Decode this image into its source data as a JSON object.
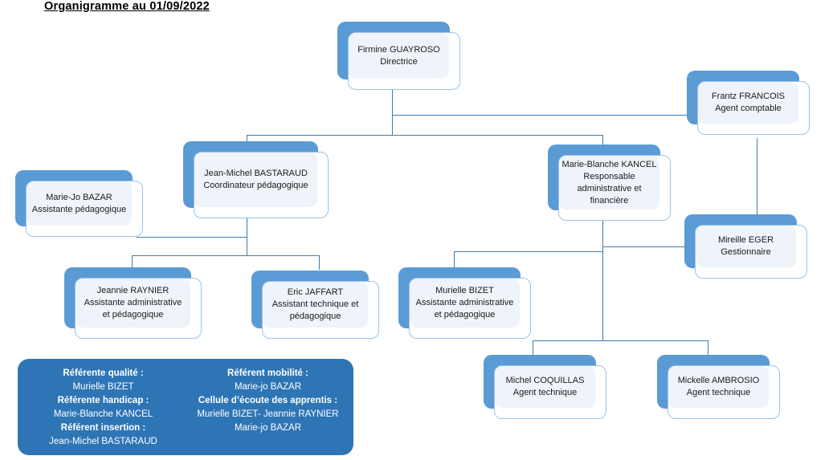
{
  "title": "Organigramme au 01/09/2022",
  "colors": {
    "shadow_blue": "#5b9bd5",
    "card_fill": "#eff3fa",
    "card_border": "#9cc3e5",
    "line": "#3f7cb0",
    "legend_bg": "#2e75b6",
    "legend_text": "#ffffff",
    "text": "#1b1b1b"
  },
  "nodes": {
    "directrice": {
      "name": "Firmine GUAYROSO",
      "role": "Directrice"
    },
    "agent_comptable": {
      "name": "Frantz FRANCOIS",
      "role": "Agent comptable"
    },
    "coordinateur": {
      "name": "Jean-Michel BASTARAUD",
      "role": "Coordinateur pédagogique"
    },
    "assistante_pedagogique": {
      "name": "Marie-Jo BAZAR",
      "role": "Assistante pédagogique"
    },
    "responsable_af": {
      "name": "Marie-Blanche KANCEL",
      "role": "Responsable administrative et financière"
    },
    "gestionnaire": {
      "name": "Mireille EGER",
      "role": "Gestionnaire"
    },
    "raynier": {
      "name": "Jeannie RAYNIER",
      "role": "Assistante administrative et pédagogique"
    },
    "jaffart": {
      "name": "Eric JAFFART",
      "role": "Assistant technique et pédagogique"
    },
    "bizet": {
      "name": "Murielle BIZET",
      "role": "Assistante administrative et pédagogique"
    },
    "coquillas": {
      "name": "Michel COQUILLAS",
      "role": "Agent technique"
    },
    "ambrosio": {
      "name": "Mickelle AMBROSIO",
      "role": "Agent technique"
    }
  },
  "legend": {
    "left_column": [
      {
        "text": "Référente qualité :",
        "bold": true
      },
      {
        "text": "Murielle BIZET",
        "bold": false
      },
      {
        "text": "Référente handicap :",
        "bold": true
      },
      {
        "text": "Marie-Blanche KANCEL",
        "bold": false
      },
      {
        "text": "Référent insertion :",
        "bold": true
      },
      {
        "text": "Jean-Michel BASTARAUD",
        "bold": false
      }
    ],
    "right_column": [
      {
        "text": "Référent mobilité :",
        "bold": true
      },
      {
        "text": "Marie-jo BAZAR",
        "bold": false
      },
      {
        "text": "Cellule d’écoute des apprentis :",
        "bold": true
      },
      {
        "text": "Murielle BIZET- Jeannie RAYNIER",
        "bold": false
      },
      {
        "text": "Marie-jo BAZAR",
        "bold": false
      }
    ]
  }
}
